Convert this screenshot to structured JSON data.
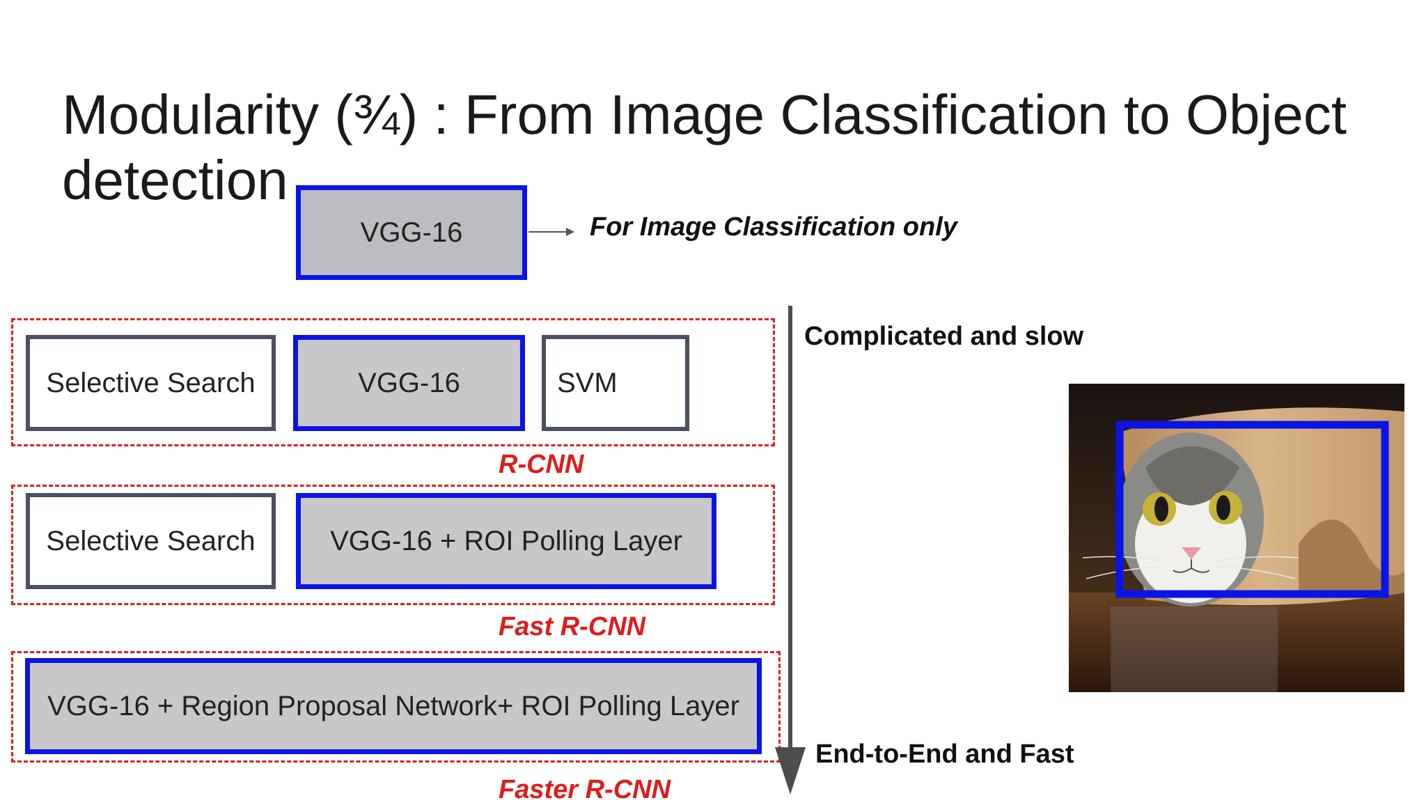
{
  "title": "Modularity (¾) : From Image Classification to Object detection",
  "top": {
    "vgg_label": "VGG-16",
    "note": "For Image Classification only"
  },
  "rcnn": {
    "boxes": [
      "Selective Search",
      "VGG-16",
      "SVM"
    ],
    "label": "R-CNN"
  },
  "fast_rcnn": {
    "boxes": [
      "Selective Search",
      "VGG-16  + ROI Polling Layer"
    ],
    "label": "Fast R-CNN"
  },
  "faster_rcnn": {
    "boxes": [
      "VGG-16 + Region Proposal Network+ ROI Polling Layer"
    ],
    "label": "Faster R-CNN"
  },
  "axis": {
    "top_label": "Complicated and slow",
    "bottom_label": "End-to-End and Fast"
  },
  "colors": {
    "dashed_border": "#e01b1b",
    "model_border": "#0a14e6",
    "plain_border": "#4a5260",
    "model_fill": "#c8c8cb"
  }
}
